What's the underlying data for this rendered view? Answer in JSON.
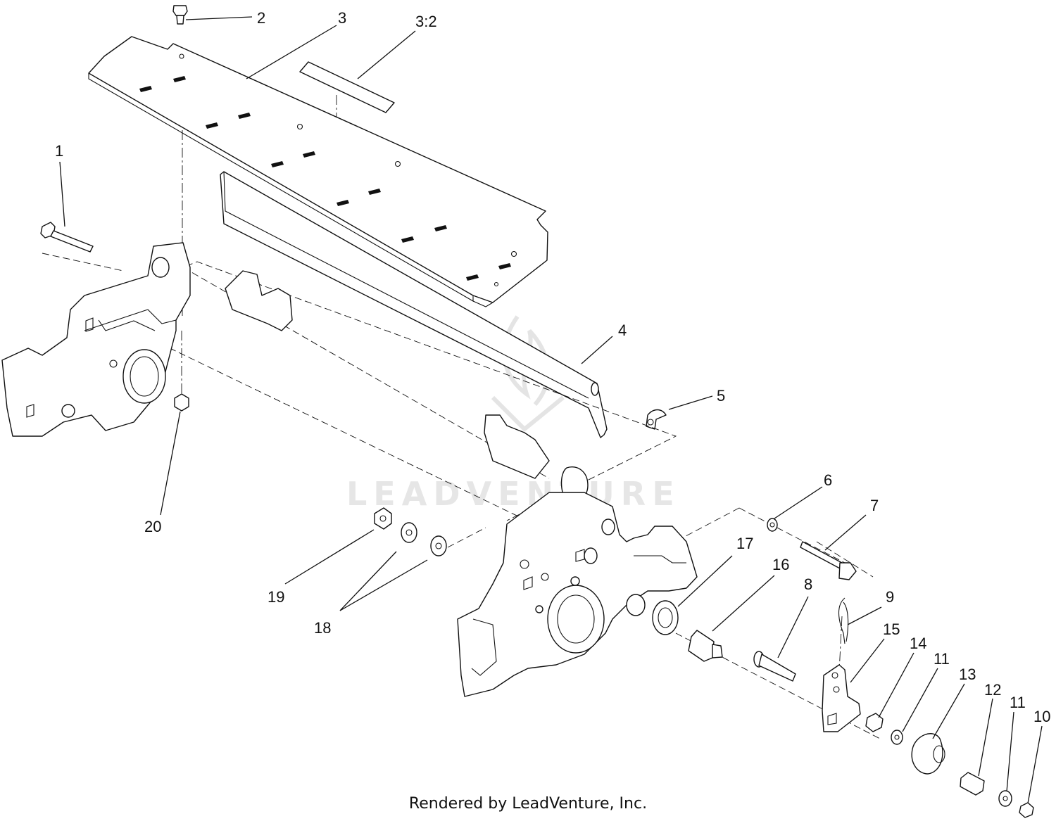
{
  "diagram": {
    "watermark": "LEADVENTURE",
    "credit": "Rendered by LeadVenture, Inc.",
    "callouts": [
      {
        "id": "c1",
        "label": "1"
      },
      {
        "id": "c2",
        "label": "2"
      },
      {
        "id": "c3",
        "label": "3"
      },
      {
        "id": "c3-2",
        "label": "3:2"
      },
      {
        "id": "c4",
        "label": "4"
      },
      {
        "id": "c5",
        "label": "5"
      },
      {
        "id": "c6",
        "label": "6"
      },
      {
        "id": "c7",
        "label": "7"
      },
      {
        "id": "c8",
        "label": "8"
      },
      {
        "id": "c9",
        "label": "9"
      },
      {
        "id": "c10",
        "label": "10"
      },
      {
        "id": "c11a",
        "label": "11"
      },
      {
        "id": "c11b",
        "label": "11"
      },
      {
        "id": "c12",
        "label": "12"
      },
      {
        "id": "c13",
        "label": "13"
      },
      {
        "id": "c14",
        "label": "14"
      },
      {
        "id": "c15",
        "label": "15"
      },
      {
        "id": "c16",
        "label": "16"
      },
      {
        "id": "c17",
        "label": "17"
      },
      {
        "id": "c18",
        "label": "18"
      },
      {
        "id": "c19",
        "label": "19"
      },
      {
        "id": "c20",
        "label": "20"
      }
    ]
  }
}
